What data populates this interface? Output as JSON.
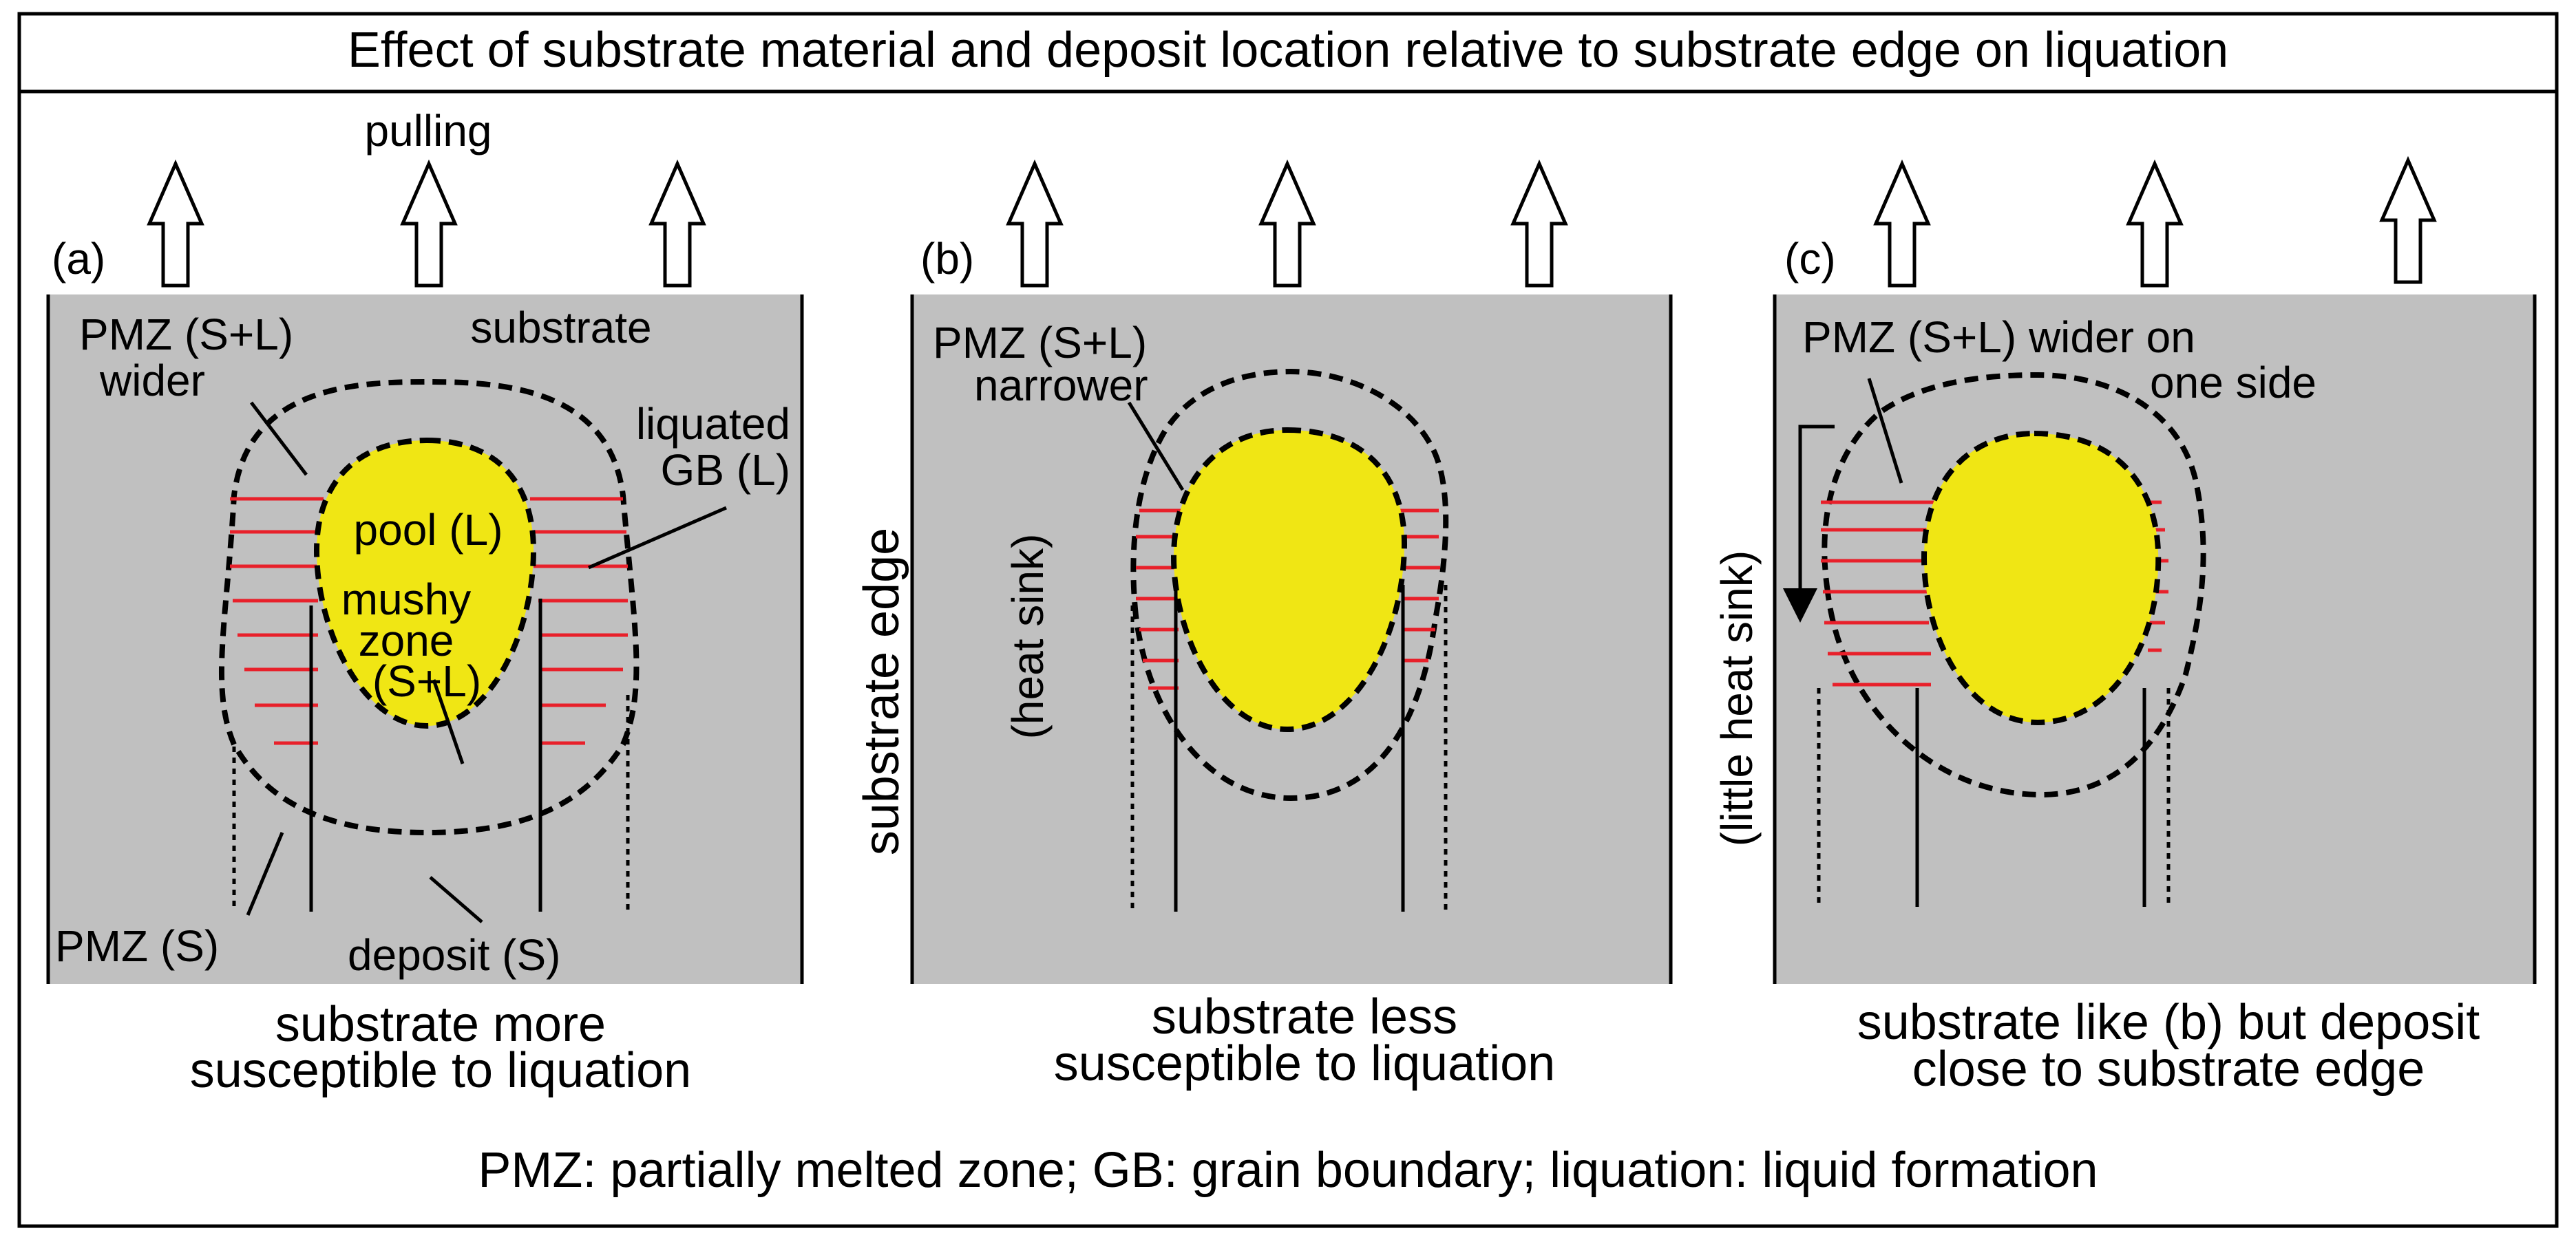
{
  "title": "Effect of substrate material and deposit location relative to substrate edge on liquation",
  "footer": "PMZ: partially melted zone; GB: grain boundary; liquation: liquid formation",
  "pulling_label": "pulling",
  "colors": {
    "substrate": "#c0c0c0",
    "pool": "#f0e614",
    "grain_boundary": "#e8202a",
    "line": "#000000"
  },
  "panels": [
    {
      "letter": "(a)",
      "substrate_label": "substrate",
      "pmz_sl_label": [
        "PMZ (S+L)",
        "wider"
      ],
      "liquated_gb_label": [
        "liquated",
        "GB (L)"
      ],
      "pool_label": "pool (L)",
      "mushy_label": [
        "mushy",
        "zone",
        "(S+L)"
      ],
      "pmz_s_label": "PMZ (S)",
      "deposit_label": "deposit (S)",
      "caption": [
        "substrate more",
        "susceptible to liquation"
      ]
    },
    {
      "letter": "(b)",
      "edge_label": "substrate edge",
      "heat_label": "(heat sink)",
      "pmz_sl_label": [
        "PMZ (S+L)",
        "narrower"
      ],
      "caption": [
        "substrate less",
        "susceptible to liquation"
      ]
    },
    {
      "letter": "(c)",
      "pmz_sl_label": [
        "PMZ (S+L) wider on",
        "one side"
      ],
      "heat_label": "(little heat sink)",
      "caption": [
        "substrate like (b) but deposit",
        "close to substrate edge"
      ]
    }
  ]
}
